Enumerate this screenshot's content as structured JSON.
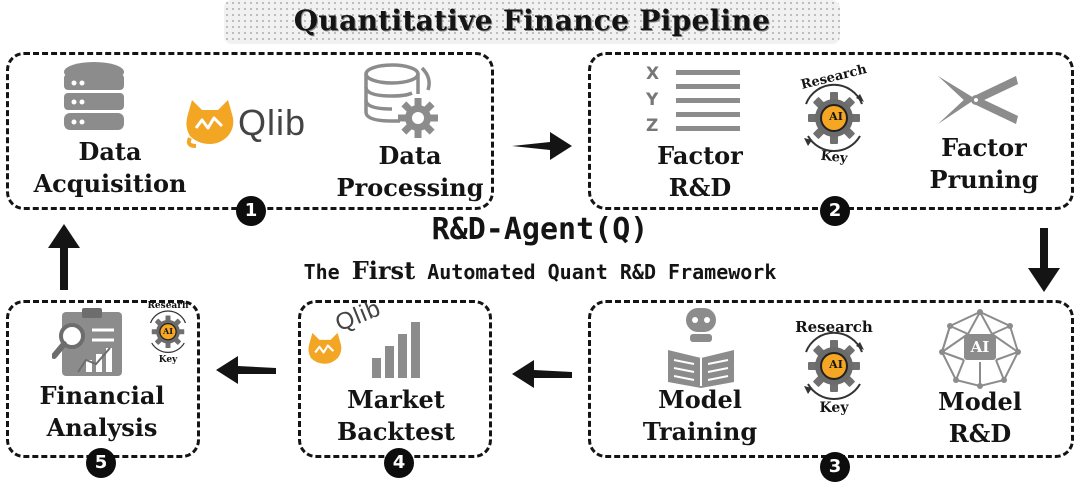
{
  "title": "Quantitative Finance Pipeline",
  "center": {
    "name": "R&D-Agent(Q)",
    "subtitle_pre": "The",
    "subtitle_big": "First",
    "subtitle_post": "Automated Quant R&D Framework"
  },
  "stages": [
    {
      "num": "1",
      "left_label": [
        "Data",
        "Acquisition"
      ],
      "logo": "Qlib",
      "right_label": [
        "Data",
        "Processing"
      ]
    },
    {
      "num": "2",
      "xyz": [
        "X",
        "Y",
        "Z"
      ],
      "left_label": [
        "Factor",
        "R&D"
      ],
      "right_label": [
        "Factor",
        "Pruning"
      ]
    },
    {
      "num": "3",
      "left_label": [
        "Model",
        "Training"
      ],
      "right_label": [
        "Model",
        "R&D"
      ]
    },
    {
      "num": "4",
      "logo": "Qlib",
      "label": [
        "Market",
        "Backtest"
      ]
    },
    {
      "num": "5",
      "label": [
        "Financial",
        "Analysis"
      ]
    }
  ],
  "ai_badge": {
    "top": "Research",
    "top_small": "Researh",
    "bottom": "Key",
    "core": "AI"
  },
  "model_rd_icon_text": "AI",
  "icons": [
    "database-icon",
    "qlib-cat-logo",
    "database-gear-icon",
    "xyz-list-icon",
    "research-key-ai-gear-icon",
    "pruning-shears-icon",
    "robot-reading-icon",
    "ai-network-brain-icon",
    "bar-chart-icon",
    "financial-report-icon",
    "arrow-right-icon",
    "arrow-down-icon",
    "arrow-left-icon",
    "arrow-up-icon"
  ],
  "colors": {
    "ink": "#141414",
    "gray_icon": "#8c8c8c",
    "ai_orange": "#f5a623",
    "qlib_cat": "#f3a623"
  }
}
